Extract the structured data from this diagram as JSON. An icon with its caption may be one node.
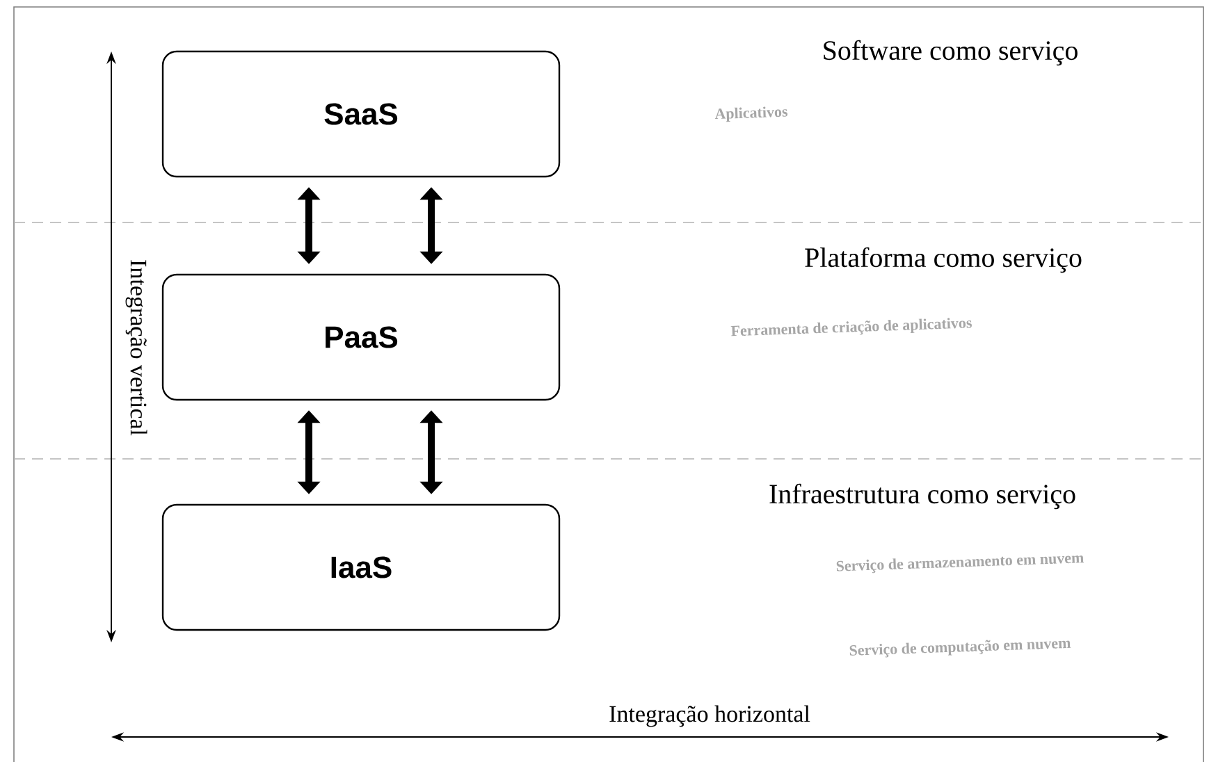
{
  "diagram": {
    "nodes": [
      {
        "text": [
          "SaaS"
        ]
      },
      {
        "text": [
          "PaaS"
        ]
      },
      {
        "text": [
          "IaaS"
        ]
      }
    ],
    "edges": [
      {
        "from": 0,
        "to": 1,
        "arrow": "both"
      },
      {
        "from": 0,
        "to": 1,
        "arrow": "both"
      },
      {
        "from": 1,
        "to": 2,
        "arrow": "both"
      },
      {
        "from": 1,
        "to": 2,
        "arrow": "both"
      }
    ],
    "labels": [
      "Software como serviço",
      "Aplicativos",
      "Integração vertical",
      "Plataforma como serviço",
      "Ferramenta de criação de aplicativos",
      "Infraestrutura como serviço",
      "Serviço de armazenamento em nuvem",
      "Serviço de computação em nuvem",
      "Integração horizontal"
    ]
  }
}
